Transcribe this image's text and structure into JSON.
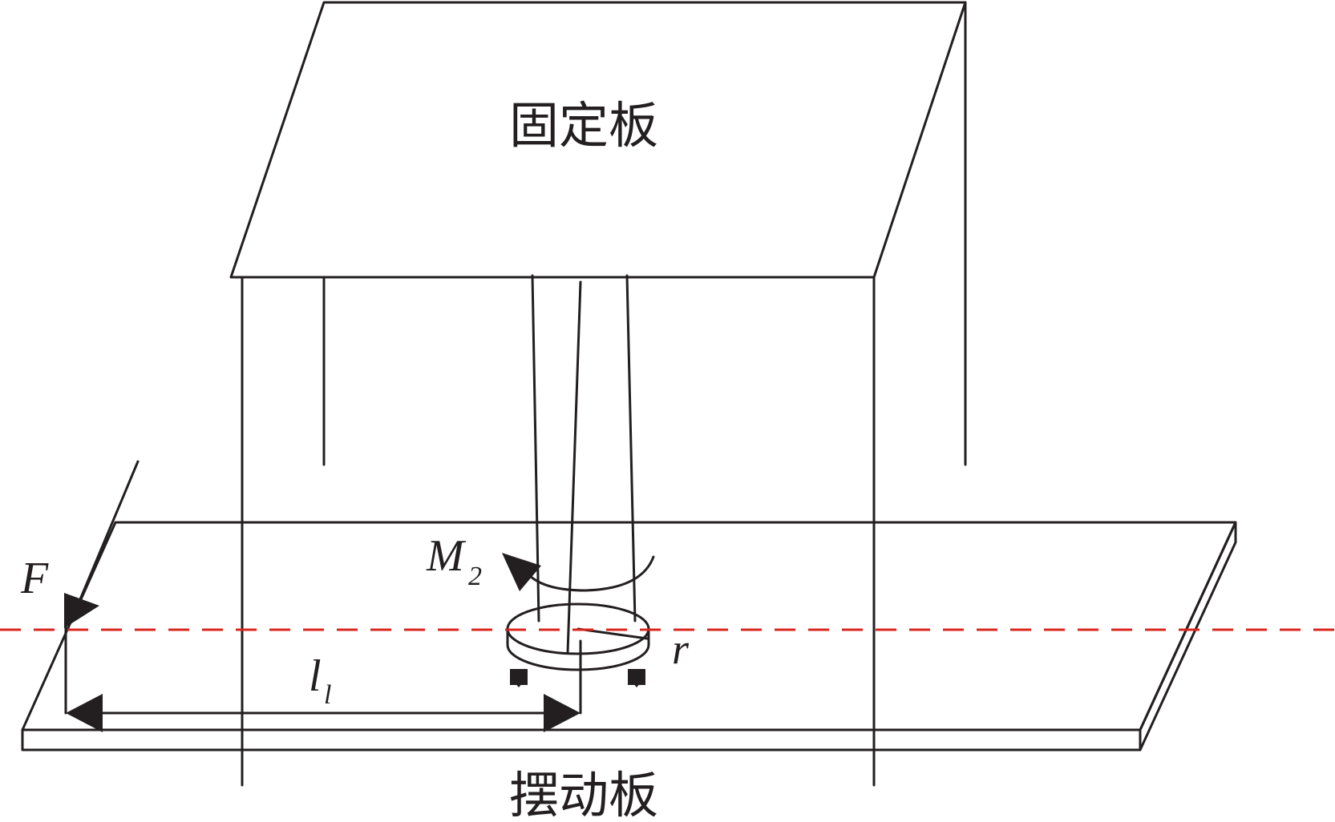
{
  "labels": {
    "fixed_plate": "固定板",
    "swing_plate": "摆动板",
    "force": "F",
    "moment_base": "M",
    "moment_sub": "2",
    "radius": "r",
    "length_base": "l",
    "length_sub": "l"
  },
  "colors": {
    "ink": "#231f20",
    "axis": "#d9261c",
    "background": "#ffffff"
  },
  "icons": {
    "force_arrow": "arrow-down-left-icon",
    "moment_arrow": "curved-arrow-icon",
    "dimension_arrow": "double-headed-arrow-icon"
  }
}
